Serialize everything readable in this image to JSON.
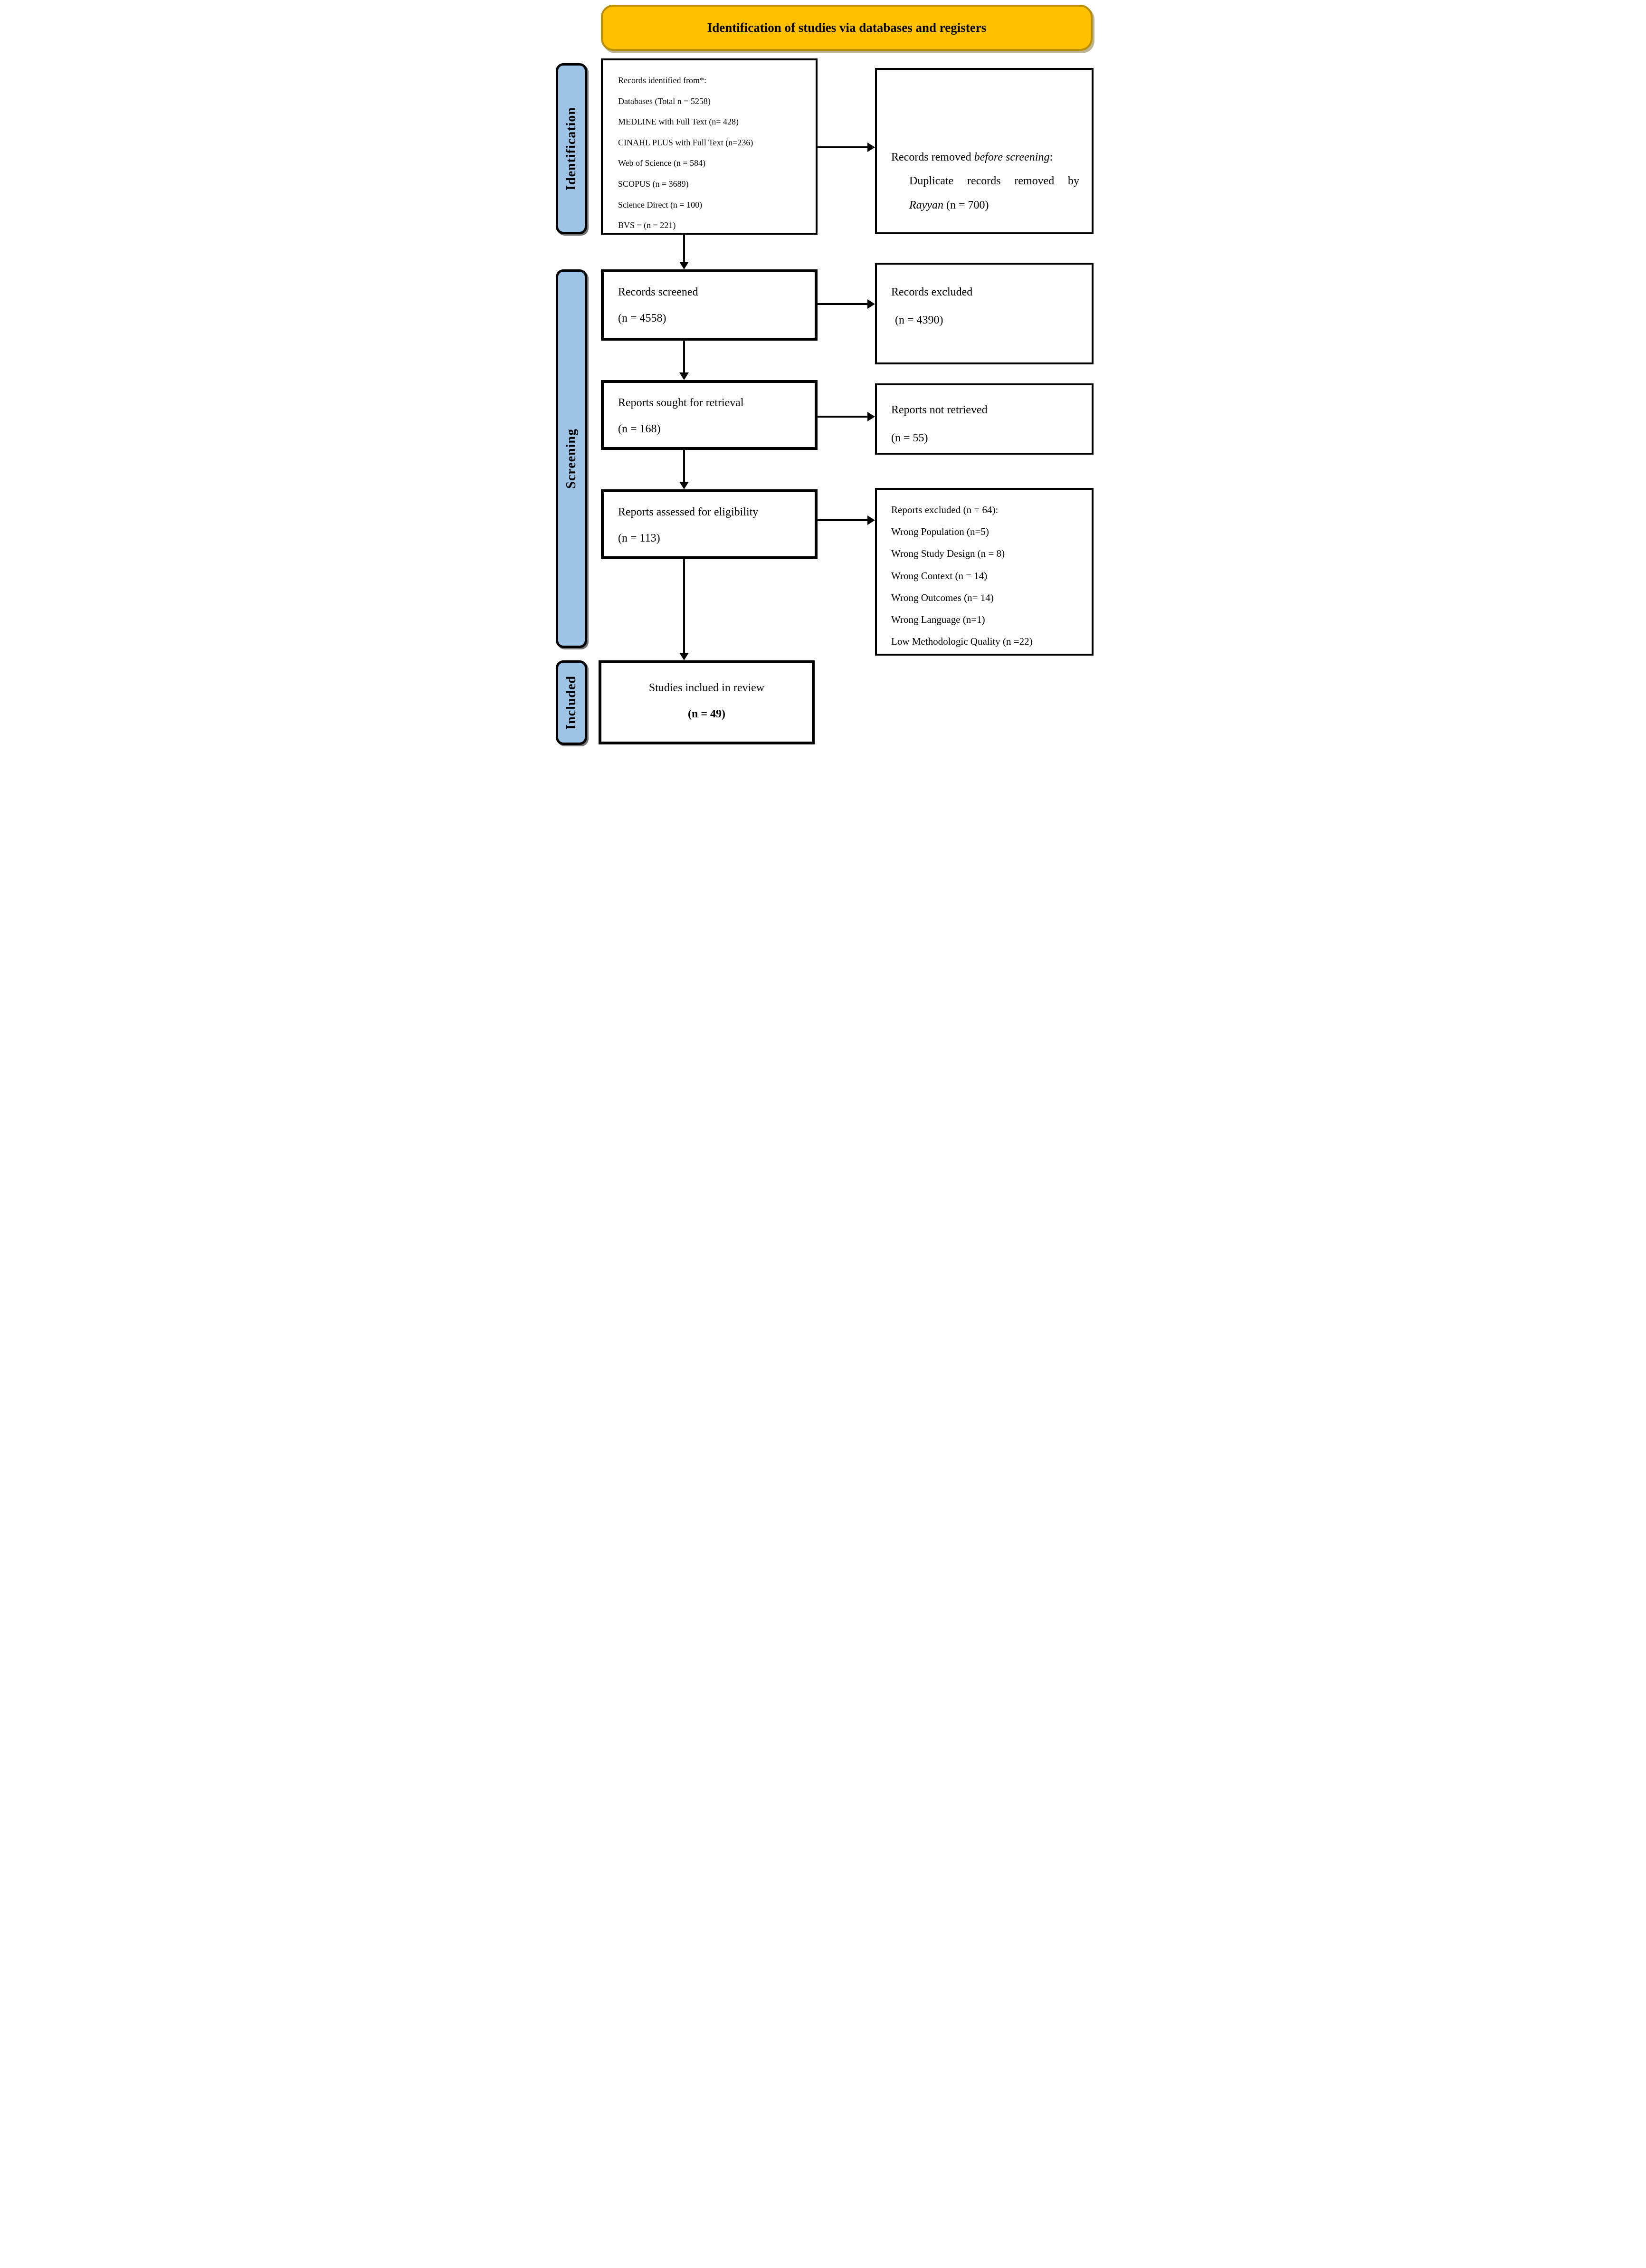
{
  "banner": {
    "title": "Identification of studies via databases and registers"
  },
  "sidebar": {
    "identification": "Identification",
    "screening": "Screening",
    "included": "Included"
  },
  "colors": {
    "banner_fill": "#FFC000",
    "banner_border": "#B98D00",
    "stage_fill": "#9DC3E6",
    "line_color": "#000000"
  },
  "boxes": {
    "identified": {
      "lines": [
        "Records identified from*:",
        "Databases (Total n = 5258)",
        "MEDLINE with Full Text (n= 428)",
        "CINAHL PLUS with Full Text (n=236)",
        "Web of Science (n = 584)",
        "SCOPUS (n = 3689)",
        "Science Direct (n = 100)",
        "BVS = (n = 221)"
      ]
    },
    "removed": {
      "title_prefix": "Records removed ",
      "title_italic": "before screening",
      "title_suffix": ":",
      "line2": "Duplicate records removed by",
      "line3_italic": "Rayyan",
      "line3_suffix": " (n = 700)"
    },
    "screened": {
      "title": "Records screened",
      "count": "(n = 4558)"
    },
    "excluded": {
      "title": "Records excluded",
      "count": "(n = 4390)"
    },
    "sought": {
      "title": "Reports sought for retrieval",
      "count": "(n = 168)"
    },
    "not_retrieved": {
      "title": "Reports not retrieved",
      "count": "(n = 55)"
    },
    "assessed": {
      "title": "Reports assessed for eligibility",
      "count": "(n = 113)"
    },
    "reports_excluded": {
      "lines": [
        "Reports excluded (n = 64):",
        "Wrong Population (n=5)",
        "Wrong Study Design (n = 8)",
        "Wrong Context (n = 14)",
        "Wrong Outcomes (n= 14)",
        "Wrong Language (n=1)",
        "Low Methodologic Quality (n =22)"
      ]
    },
    "included_review": {
      "title": "Studies inclued in review",
      "count": "(n = 49)"
    }
  }
}
